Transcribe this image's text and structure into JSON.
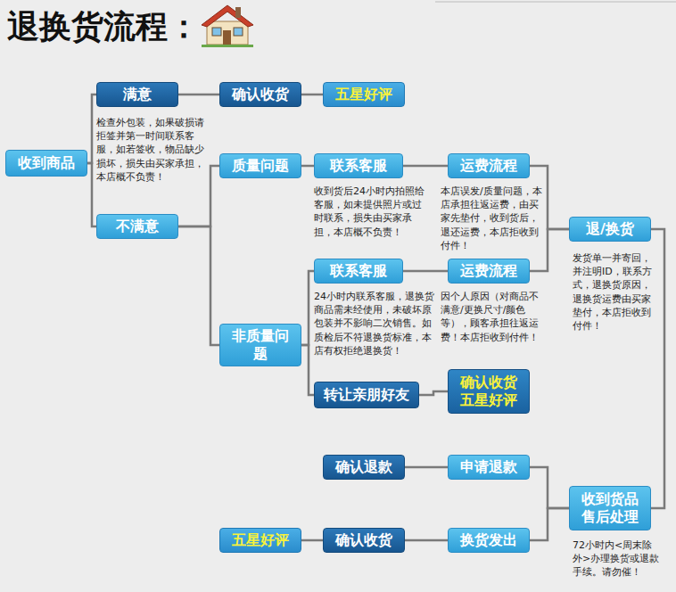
{
  "diagram": {
    "title": "退换货流程：",
    "nodes": [
      {
        "text": [
          "收到商品"
        ]
      },
      {
        "text": [
          "满意"
        ]
      },
      {
        "text": [
          "确认收货"
        ]
      },
      {
        "text": [
          "五星好评"
        ]
      },
      {
        "text": [
          "不满意"
        ]
      },
      {
        "text": [
          "质量问题"
        ]
      },
      {
        "text": [
          "联系客服"
        ]
      },
      {
        "text": [
          "运费流程"
        ]
      },
      {
        "text": [
          "退/换货"
        ]
      },
      {
        "text": [
          "联系客服"
        ]
      },
      {
        "text": [
          "运费流程"
        ]
      },
      {
        "text": [
          "非质量问题"
        ]
      },
      {
        "text": [
          "转让亲朋好友"
        ]
      },
      {
        "text": [
          "确认收货 五星好评"
        ]
      },
      {
        "text": [
          "收到货品 售后处理"
        ]
      },
      {
        "text": [
          "申请退款"
        ]
      },
      {
        "text": [
          "确认退款"
        ]
      },
      {
        "text": [
          "换货发出"
        ]
      },
      {
        "text": [
          "确认收货"
        ]
      },
      {
        "text": [
          "五星好评"
        ]
      }
    ],
    "edges": [
      {
        "from": 0,
        "to": 1,
        "arrow": "none"
      },
      {
        "from": 0,
        "to": 4,
        "arrow": "none"
      },
      {
        "from": 1,
        "to": 2,
        "arrow": "none"
      },
      {
        "from": 2,
        "to": 3,
        "arrow": "none"
      },
      {
        "from": 4,
        "to": 5,
        "arrow": "none"
      },
      {
        "from": 4,
        "to": 11,
        "arrow": "none"
      },
      {
        "from": 5,
        "to": 6,
        "arrow": "none"
      },
      {
        "from": 6,
        "to": 7,
        "arrow": "none"
      },
      {
        "from": 7,
        "to": 8,
        "arrow": "none"
      },
      {
        "from": 11,
        "to": 9,
        "arrow": "none"
      },
      {
        "from": 11,
        "to": 12,
        "arrow": "none"
      },
      {
        "from": 9,
        "to": 10,
        "arrow": "none"
      },
      {
        "from": 10,
        "to": 8,
        "arrow": "none"
      },
      {
        "from": 12,
        "to": 13,
        "arrow": "none"
      },
      {
        "from": 8,
        "to": 14,
        "arrow": "none"
      },
      {
        "from": 14,
        "to": 15,
        "arrow": "none"
      },
      {
        "from": 14,
        "to": 17,
        "arrow": "none"
      },
      {
        "from": 15,
        "to": 16,
        "arrow": "none"
      },
      {
        "from": 17,
        "to": 18,
        "arrow": "none"
      },
      {
        "from": 18,
        "to": 19,
        "arrow": "none"
      }
    ],
    "labels": [
      "检查外包装，如果破损请拒签并第一时间联系客服，如若签收，物品缺少损坏，损失由买家承担，本店概不负责！",
      "收到货后24小时内拍照给客服，如未提供照片或过时联系，损失由买家承担，本店概不负责！",
      "本店误发/质量问题，本店承担往返运费，由买家先垫付，收到货后，退还运费，本店拒收到付件！",
      "24小时内联系客服，退换货商品需未经使用，未破坏原包装并不影响二次销售。如质检后不符退换货标准，本店有权拒绝退换货！",
      "因个人原因（对商品不满意/更换尺寸/颜色等），顾客承担往返运费！本店拒收到付件！",
      "发货单一并寄回，并注明ID，联系方式，退换货原因，退换货运费由买家垫付，本店拒收到付件！",
      "72小时内<周末除外>办理换货或退款手续。请勿催！"
    ]
  }
}
